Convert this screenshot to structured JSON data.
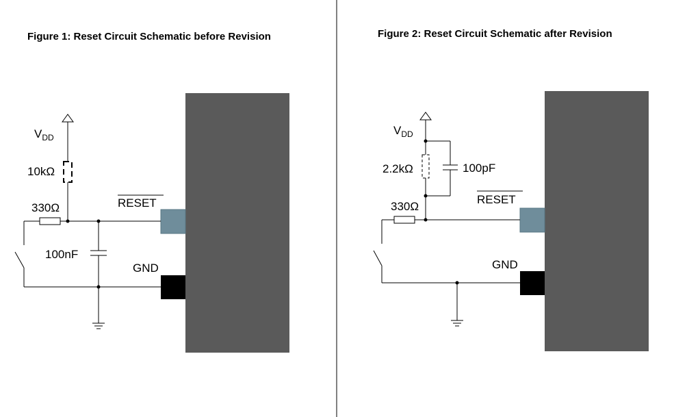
{
  "colors": {
    "chip_body": "#5a5a5a",
    "reset_pad": "#6f8d9b",
    "gnd_pad": "#000000",
    "wire": "#000000",
    "divider": "#000000"
  },
  "figure1": {
    "title": "Figure 1: Reset Circuit Schematic before Revision",
    "vdd_main": "V",
    "vdd_sub": "DD",
    "pullup_resistor": "10kΩ",
    "series_resistor": "330Ω",
    "capacitor": "100nF",
    "reset_pin": "RESET",
    "gnd_pin": "GND"
  },
  "figure2": {
    "title": "Figure 2: Reset Circuit Schematic after Revision",
    "vdd_main": "V",
    "vdd_sub": "DD",
    "pullup_resistor": "2.2kΩ",
    "capacitor": "100pF",
    "series_resistor": "330Ω",
    "reset_pin": "RESET",
    "gnd_pin": "GND"
  }
}
